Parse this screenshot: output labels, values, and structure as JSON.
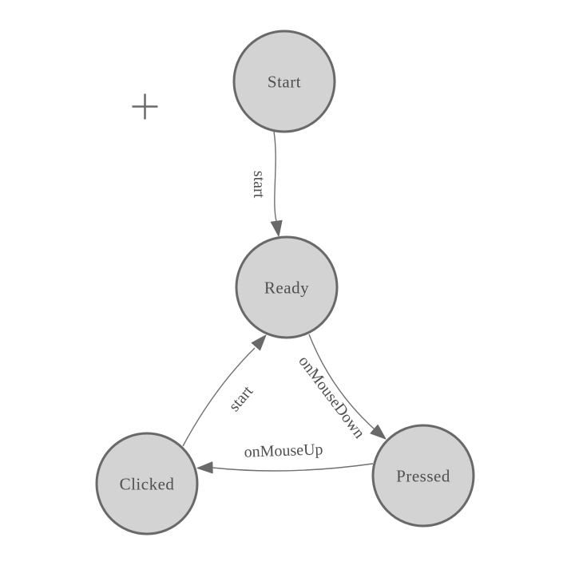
{
  "colors": {
    "background": "#ffffff",
    "node_fill": "#d3d3d3",
    "node_border": "#696969",
    "edge": "#707070",
    "text": "#4f4f4f",
    "origin_marker": "#6a6a6a"
  },
  "icons": {
    "origin_marker": "plus-icon"
  },
  "diagram": {
    "type": "state-machine",
    "nodes": [
      {
        "id": "start",
        "label": "Start"
      },
      {
        "id": "ready",
        "label": "Ready"
      },
      {
        "id": "clicked",
        "label": "Clicked"
      },
      {
        "id": "pressed",
        "label": "Pressed"
      }
    ],
    "edges": [
      {
        "from": "start",
        "to": "ready",
        "label": "start"
      },
      {
        "from": "ready",
        "to": "pressed",
        "label": "onMouseDown"
      },
      {
        "from": "pressed",
        "to": "clicked",
        "label": "onMouseUp"
      },
      {
        "from": "clicked",
        "to": "ready",
        "label": "start"
      }
    ]
  }
}
